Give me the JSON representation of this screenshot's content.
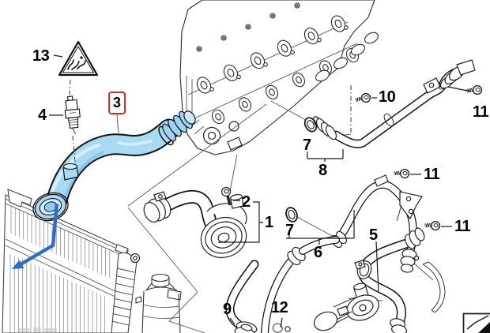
{
  "diagram": {
    "type": "exploded-parts-diagram",
    "description": "Cooling system water hoses line diagram with numbered callouts",
    "background": "#ffffff"
  },
  "colors": {
    "highlight_box_red": "#e02b20",
    "highlighted_hose_fill": "#a9daf4",
    "highlighted_hose_shade": "#7ec5e9",
    "highlighted_hose_light": "#d9eefb",
    "flow_arrow_blue": "#2a6fc8",
    "line_art": "#1a1a1a"
  },
  "icons": {
    "warning_triangle": "hot-fluid-warning-triangle",
    "corner_marker": "page-corner-marker"
  },
  "callouts": {
    "c13": {
      "text": "13"
    },
    "c4": {
      "text": "4"
    },
    "c3": {
      "text": "3",
      "highlighted": true
    },
    "c2": {
      "text": "2"
    },
    "c1": {
      "text": "1"
    },
    "c7a": {
      "text": "7"
    },
    "c8": {
      "text": "8"
    },
    "c10": {
      "text": "10"
    },
    "c11a": {
      "text": "11"
    },
    "c11b": {
      "text": "11"
    },
    "c11c": {
      "text": "11"
    },
    "c7b": {
      "text": "7"
    },
    "c6": {
      "text": "6"
    },
    "c5": {
      "text": "5"
    },
    "c9": {
      "text": "9"
    },
    "c12": {
      "text": "12"
    }
  }
}
